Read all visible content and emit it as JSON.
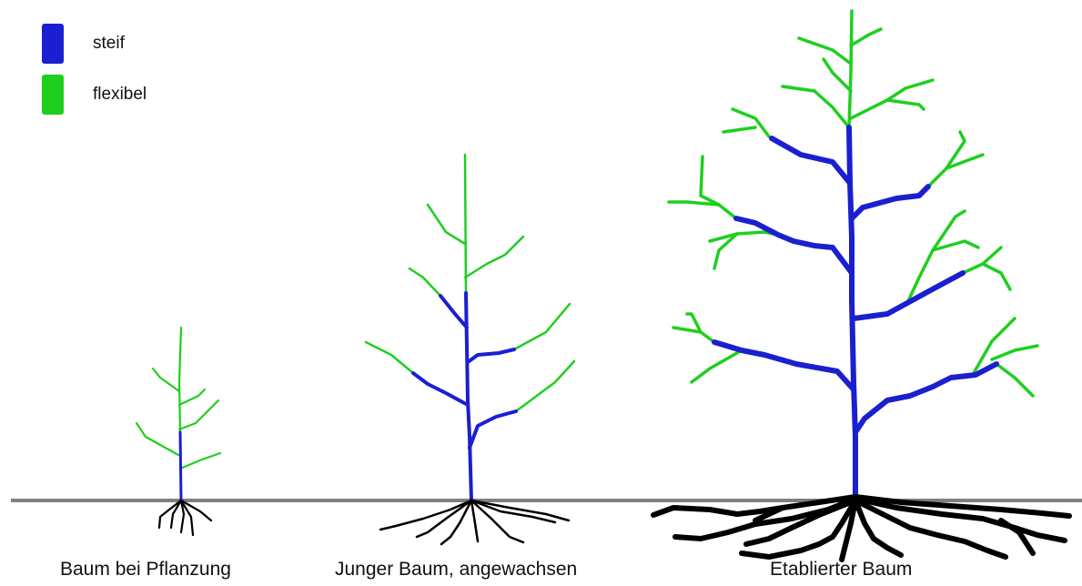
{
  "colors": {
    "rigid": "#1a1fd0",
    "flexible": "#1fcf1f",
    "roots": "#000000",
    "ground": "#7f7f88"
  },
  "legend": [
    {
      "label": "steif",
      "color_key": "rigid"
    },
    {
      "label": "flexibel",
      "color_key": "flexible"
    }
  ],
  "trees": [
    {
      "caption": "Baum bei Pflanzung"
    },
    {
      "caption": "Junger Baum, angewachsen"
    },
    {
      "caption": "Etablierter Baum"
    }
  ]
}
